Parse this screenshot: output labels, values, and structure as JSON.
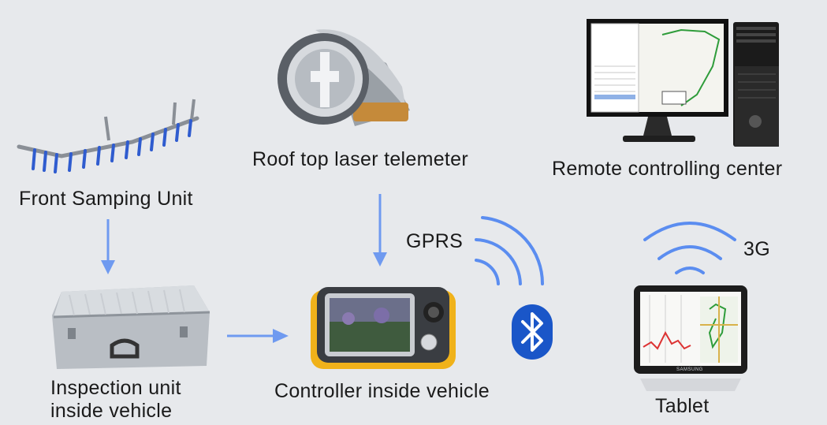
{
  "nodes": {
    "front_sampling": {
      "label": "Front Samping Unit"
    },
    "laser": {
      "label": "Roof top laser telemeter"
    },
    "remote_center": {
      "label": "Remote controlling center"
    },
    "inspection": {
      "label_line1": "Inspection unit",
      "label_line2": "inside vehicle"
    },
    "controller": {
      "label": "Controller inside vehicle"
    },
    "tablet": {
      "label": "Tablet",
      "brand": "SAMSUNG"
    }
  },
  "links": {
    "gprs": "GPRS",
    "cellular": "3G"
  },
  "colors": {
    "background": "#e7e9ec",
    "arrow": "#6f9af0",
    "signal": "#5b8df0",
    "bluetooth": "#1a56c8"
  },
  "icons": [
    "rake-icon",
    "laser-telemeter-icon",
    "desktop-computer-icon",
    "aluminum-case-icon",
    "handheld-controller-icon",
    "bluetooth-icon",
    "tablet-icon"
  ]
}
